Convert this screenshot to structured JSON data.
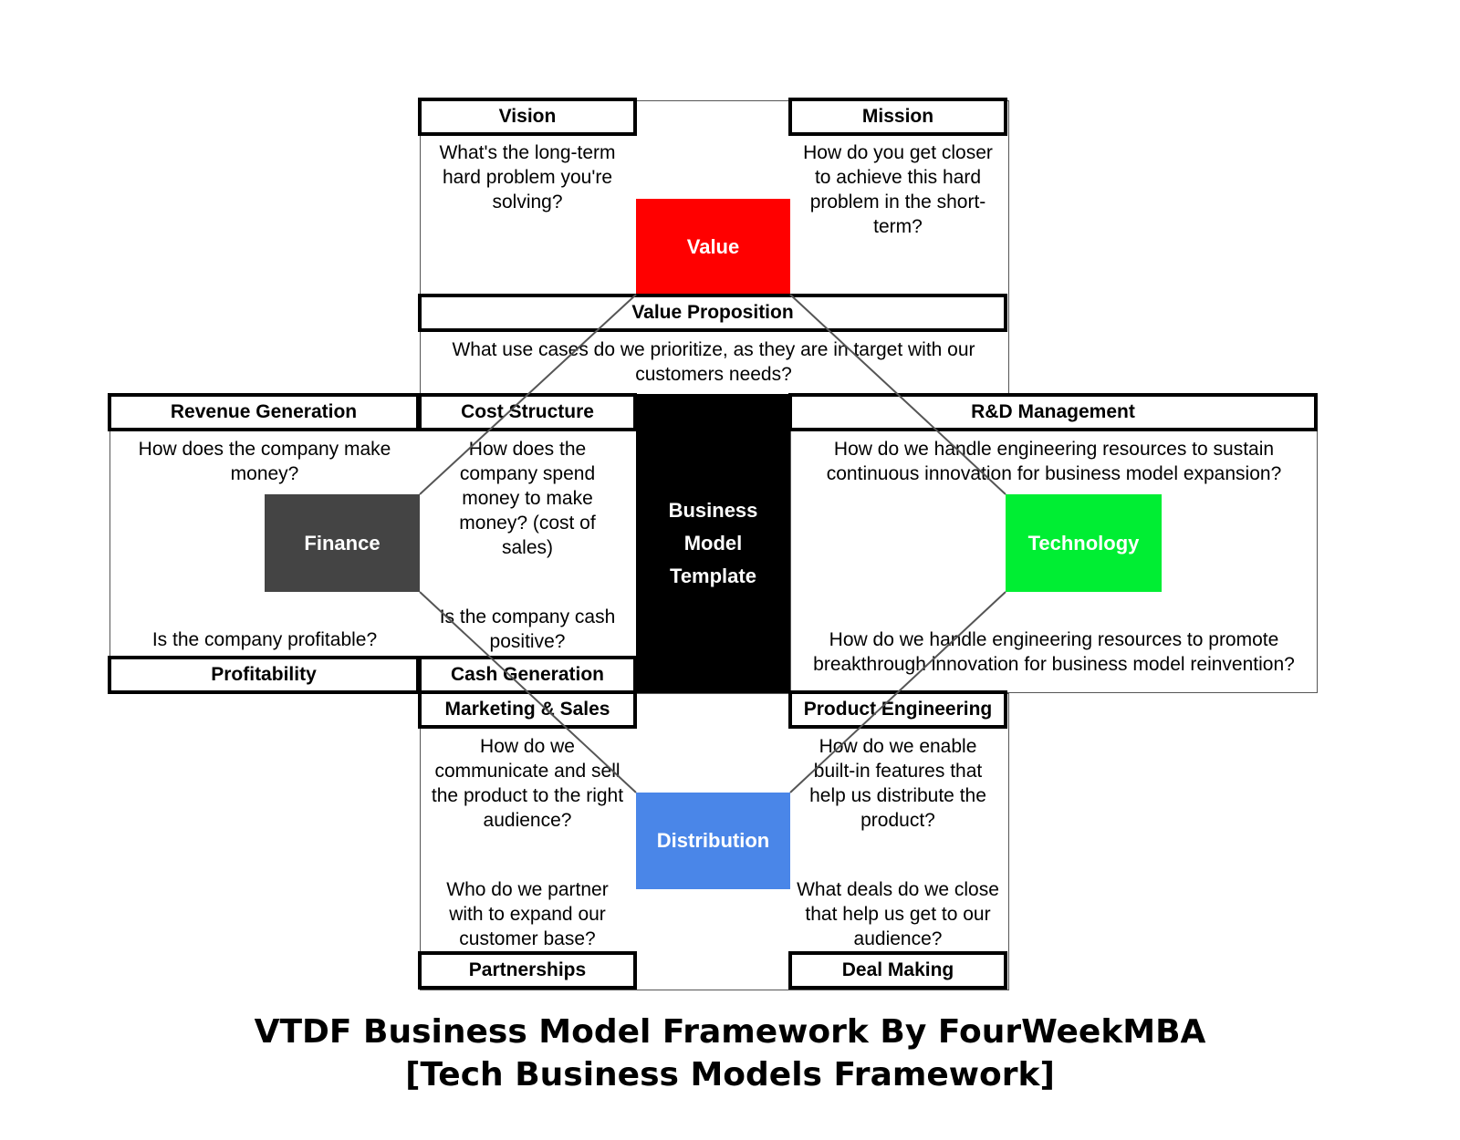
{
  "value": {
    "box": "Value",
    "vision": {
      "title": "Vision",
      "question": "What's the long-term hard problem you're solving?"
    },
    "mission": {
      "title": "Mission",
      "question": "How do you get closer to achieve this hard problem in the short-term?"
    },
    "proposition": {
      "title": "Value Proposition",
      "question": "What use cases do we prioritize, as they are in target with our customers needs?"
    }
  },
  "finance": {
    "box": "Finance",
    "revenue": {
      "title": "Revenue Generation",
      "question": "How does the company make money?"
    },
    "cost": {
      "title": "Cost Structure",
      "question": "How does the company spend money to make money? (cost of sales)"
    },
    "profitability": {
      "title": "Profitability",
      "question": "Is the company profitable?"
    },
    "cash": {
      "title": "Cash Generation",
      "question": "Is the company cash positive?"
    }
  },
  "center": {
    "label": "Business\nModel\nTemplate"
  },
  "technology": {
    "box": "Technology",
    "rd": {
      "title": "R&D Management",
      "question1": "How do we handle engineering resources to sustain continuous innovation for business model expansion?",
      "question2": "How do we handle engineering resources to promote breakthrough innovation for business model reinvention?"
    }
  },
  "distribution": {
    "box": "Distribution",
    "marketing": {
      "title": "Marketing & Sales",
      "question": "How do we communicate and sell the product to the right audience?"
    },
    "product": {
      "title": "Product Engineering",
      "question": "How do we enable built-in features that help us distribute the product?"
    },
    "partnerships": {
      "title": "Partnerships",
      "question": "Who do we partner with to expand our customer base?"
    },
    "deals": {
      "title": "Deal Making",
      "question": "What deals do we close that help us get to our audience?"
    }
  },
  "colors": {
    "value": "#ff0000",
    "finance": "#444444",
    "center": "#000000",
    "technology": "#00ee33",
    "distribution": "#4a86e8"
  },
  "footer": {
    "line1": "VTDF Business Model Framework By FourWeekMBA",
    "line2": "[Tech Business Models Framework]"
  }
}
